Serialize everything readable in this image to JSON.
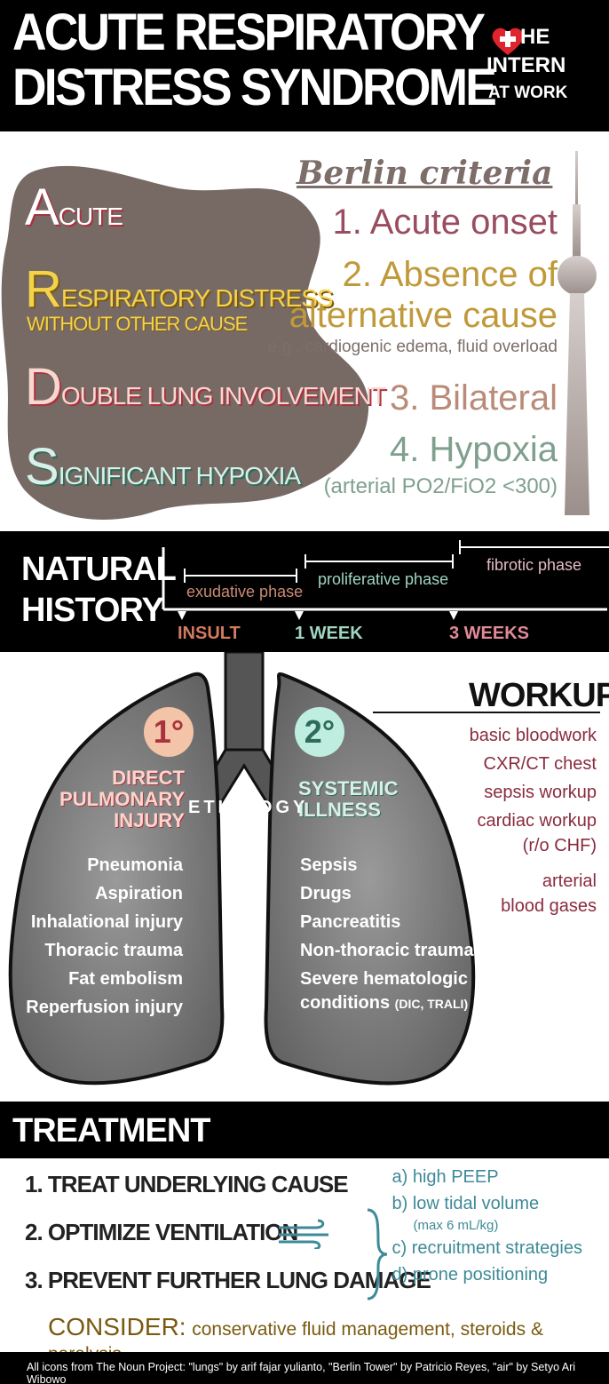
{
  "header": {
    "title_line1": "ACUTE RESPIRATORY",
    "title_line2": "DISTRESS SYNDROME",
    "logo_line1": "HE",
    "logo_line2": "INTERN",
    "logo_line3": "AT WORK"
  },
  "mnemonic": {
    "a_big": "A",
    "a_rest": "CUTE",
    "r_big": "R",
    "r_rest": "ESPIRATORY DISTRESS",
    "r_sub": "WITHOUT OTHER CAUSE",
    "d_big": "D",
    "d_rest": "OUBLE LUNG INVOLVEMENT",
    "s_big": "S",
    "s_rest": "IGNIFICANT HYPOXIA"
  },
  "berlin": {
    "title": "Berlin criteria",
    "c1": "1. Acute onset",
    "c2a": "2. Absence of",
    "c2b": "alternative cause",
    "c2sub": "e.g., cardiogenic edema, fluid overload",
    "c3": "3. Bilateral",
    "c4": "4. Hypoxia",
    "c4sub": "(arterial PO2/FiO2 <300)"
  },
  "natural_history": {
    "title1": "NATURAL",
    "title2": "HISTORY",
    "phase_exudative": "exudative phase",
    "phase_proliferative": "proliferative phase",
    "phase_fibrotic": "fibrotic phase",
    "t_insult": "INSULT",
    "t_week": "1 WEEK",
    "t_3weeks": "3 WEEKS"
  },
  "etiology": {
    "label": "ETIOLOGY",
    "primary_badge": "1°",
    "secondary_badge": "2°",
    "primary_head": [
      "DIRECT",
      "PULMONARY",
      "INJURY"
    ],
    "secondary_head": [
      "SYSTEMIC",
      "ILLNESS"
    ],
    "primary_list": [
      "Pneumonia",
      "Aspiration",
      "Inhalational injury",
      "Thoracic trauma",
      "Fat embolism",
      "Reperfusion injury"
    ],
    "secondary_list": [
      "Sepsis",
      "Drugs",
      "Pancreatitis",
      "Non-thoracic trauma",
      "Severe hematologic"
    ],
    "secondary_last": "conditions",
    "secondary_last_small": "(DIC, TRALI)"
  },
  "workup": {
    "title": "WORKUP",
    "items": [
      "basic bloodwork",
      "CXR/CT chest",
      "sepsis workup",
      "cardiac workup",
      "(r/o CHF)",
      "arterial",
      "blood gases"
    ]
  },
  "treatment": {
    "title": "TREATMENT",
    "t1": "1. TREAT UNDERLYING CAUSE",
    "t2": "2. OPTIMIZE VENTILATION",
    "t3": "3. PREVENT FURTHER LUNG DAMAGE",
    "va": "a)  high PEEP",
    "vb": "b) low tidal volume",
    "vb_sub": "(max 6 mL/kg)",
    "vc": "c) recruitment strategies",
    "vd": "d) prone positioning",
    "consider_word": "CONSIDER:",
    "consider_rest": "conservative fluid management,  steroids & paralysis"
  },
  "footer": {
    "credits": "All icons from The Noun Project: \"lungs\" by arif fajar yulianto, \"Berlin Tower\" by Patricio Reyes, \"air\" by Setyo Ari Wibowo"
  },
  "colors": {
    "acute": "#9a4d60",
    "absence": "#c09a3a",
    "bilateral": "#b98b78",
    "hypoxia": "#7fa08e",
    "workup": "#8a2b3e",
    "ventilation": "#3d8a98"
  }
}
